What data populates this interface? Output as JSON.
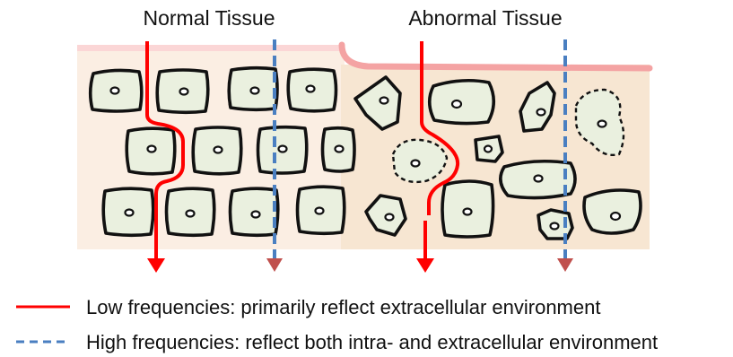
{
  "diagram": {
    "panels": {
      "normal_title": "Normal Tissue",
      "abnormal_title": "Abnormal Tissue"
    },
    "legend": {
      "low_label": "Low frequencies: primarily reflect extracellular environment",
      "high_label": "High frequencies: reflect both intra- and extracellular environment"
    },
    "colors": {
      "low_frequency_line": "#ff0000",
      "high_frequency_line": "#4a7fc1",
      "high_frequency_arrowhead": "#c0504d",
      "normal_tissue_bg": "#fbeee3",
      "abnormal_tissue_bg": "#f7e6d2",
      "membrane": "#f4a3a3",
      "cell_fill": "#eaf0df"
    }
  }
}
